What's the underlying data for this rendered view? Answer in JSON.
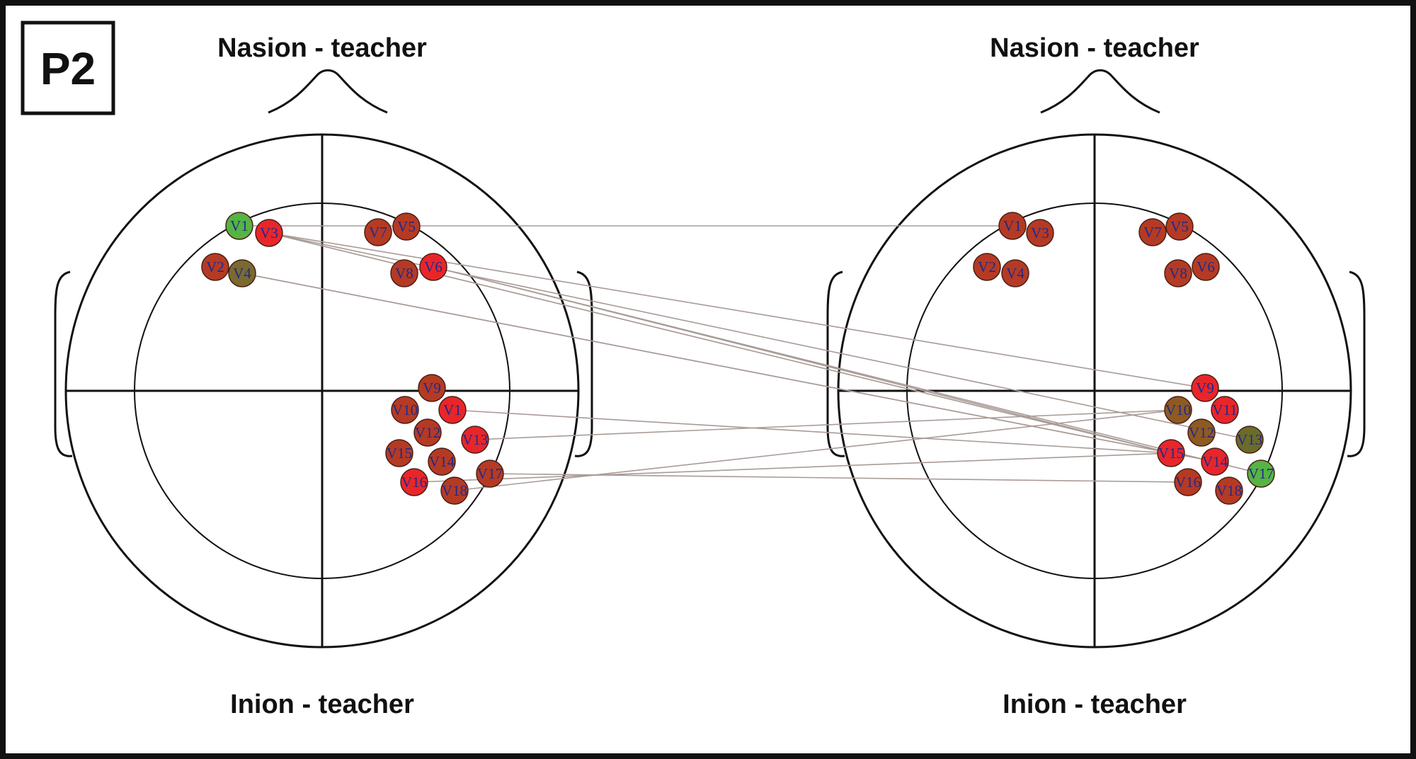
{
  "panel_label": "P2",
  "heads": [
    {
      "id": "left",
      "top_label": "Nasion - teacher",
      "bottom_label": "Inion - teacher"
    },
    {
      "id": "right",
      "top_label": "Nasion - teacher",
      "bottom_label": "Inion - teacher"
    }
  ],
  "colors": {
    "bright_red": "#e8262a",
    "brown_red": "#b53a24",
    "olive": "#7a6a30",
    "brown": "#8f5a22",
    "olive_green": "#6b6b2a",
    "green": "#55b442",
    "link": "#a89b96",
    "label_text": "#1f2a8c"
  },
  "nodes": {
    "left": [
      {
        "label": "V1",
        "color": "green"
      },
      {
        "label": "V3",
        "color": "bright_red"
      },
      {
        "label": "V2",
        "color": "brown_red"
      },
      {
        "label": "V4",
        "color": "olive"
      },
      {
        "label": "V7",
        "color": "brown_red"
      },
      {
        "label": "V5",
        "color": "brown_red"
      },
      {
        "label": "V8",
        "color": "brown_red"
      },
      {
        "label": "V6",
        "color": "bright_red"
      },
      {
        "label": "V9",
        "color": "brown_red"
      },
      {
        "label": "V10",
        "color": "brown_red"
      },
      {
        "label": "V1",
        "color": "bright_red"
      },
      {
        "label": "V12",
        "color": "brown_red"
      },
      {
        "label": "V13",
        "color": "bright_red"
      },
      {
        "label": "V15",
        "color": "brown_red"
      },
      {
        "label": "V14",
        "color": "brown_red"
      },
      {
        "label": "V17",
        "color": "brown_red"
      },
      {
        "label": "V16",
        "color": "bright_red"
      },
      {
        "label": "V18",
        "color": "brown_red"
      }
    ],
    "right": [
      {
        "label": "V1",
        "color": "brown_red"
      },
      {
        "label": "V3",
        "color": "brown_red"
      },
      {
        "label": "V2",
        "color": "brown_red"
      },
      {
        "label": "V4",
        "color": "brown_red"
      },
      {
        "label": "V7",
        "color": "brown_red"
      },
      {
        "label": "V5",
        "color": "brown_red"
      },
      {
        "label": "V8",
        "color": "brown_red"
      },
      {
        "label": "V6",
        "color": "brown_red"
      },
      {
        "label": "V9",
        "color": "bright_red"
      },
      {
        "label": "V10",
        "color": "brown"
      },
      {
        "label": "V11",
        "color": "bright_red"
      },
      {
        "label": "V12",
        "color": "brown"
      },
      {
        "label": "V13",
        "color": "olive_green"
      },
      {
        "label": "V15",
        "color": "bright_red"
      },
      {
        "label": "V14",
        "color": "bright_red"
      },
      {
        "label": "V17",
        "color": "green"
      },
      {
        "label": "V16",
        "color": "brown_red"
      },
      {
        "label": "V18",
        "color": "brown_red"
      }
    ]
  },
  "links": [
    {
      "from": "V1",
      "to": "V1"
    },
    {
      "from": "V3",
      "to": "V9"
    },
    {
      "from": "V3",
      "to": "V13"
    },
    {
      "from": "V3",
      "to": "V15"
    },
    {
      "from": "V4",
      "to": "V14"
    },
    {
      "from": "V4",
      "to": "V15"
    },
    {
      "from": "V6",
      "to": "V17"
    },
    {
      "from": "V6",
      "to": "V15"
    },
    {
      "from": "V1",
      "to": "V15"
    },
    {
      "from": "V13",
      "to": "V10"
    },
    {
      "from": "V17",
      "to": "V16"
    },
    {
      "from": "V18",
      "to": "V10"
    },
    {
      "from": "V16",
      "to": "V15"
    }
  ]
}
